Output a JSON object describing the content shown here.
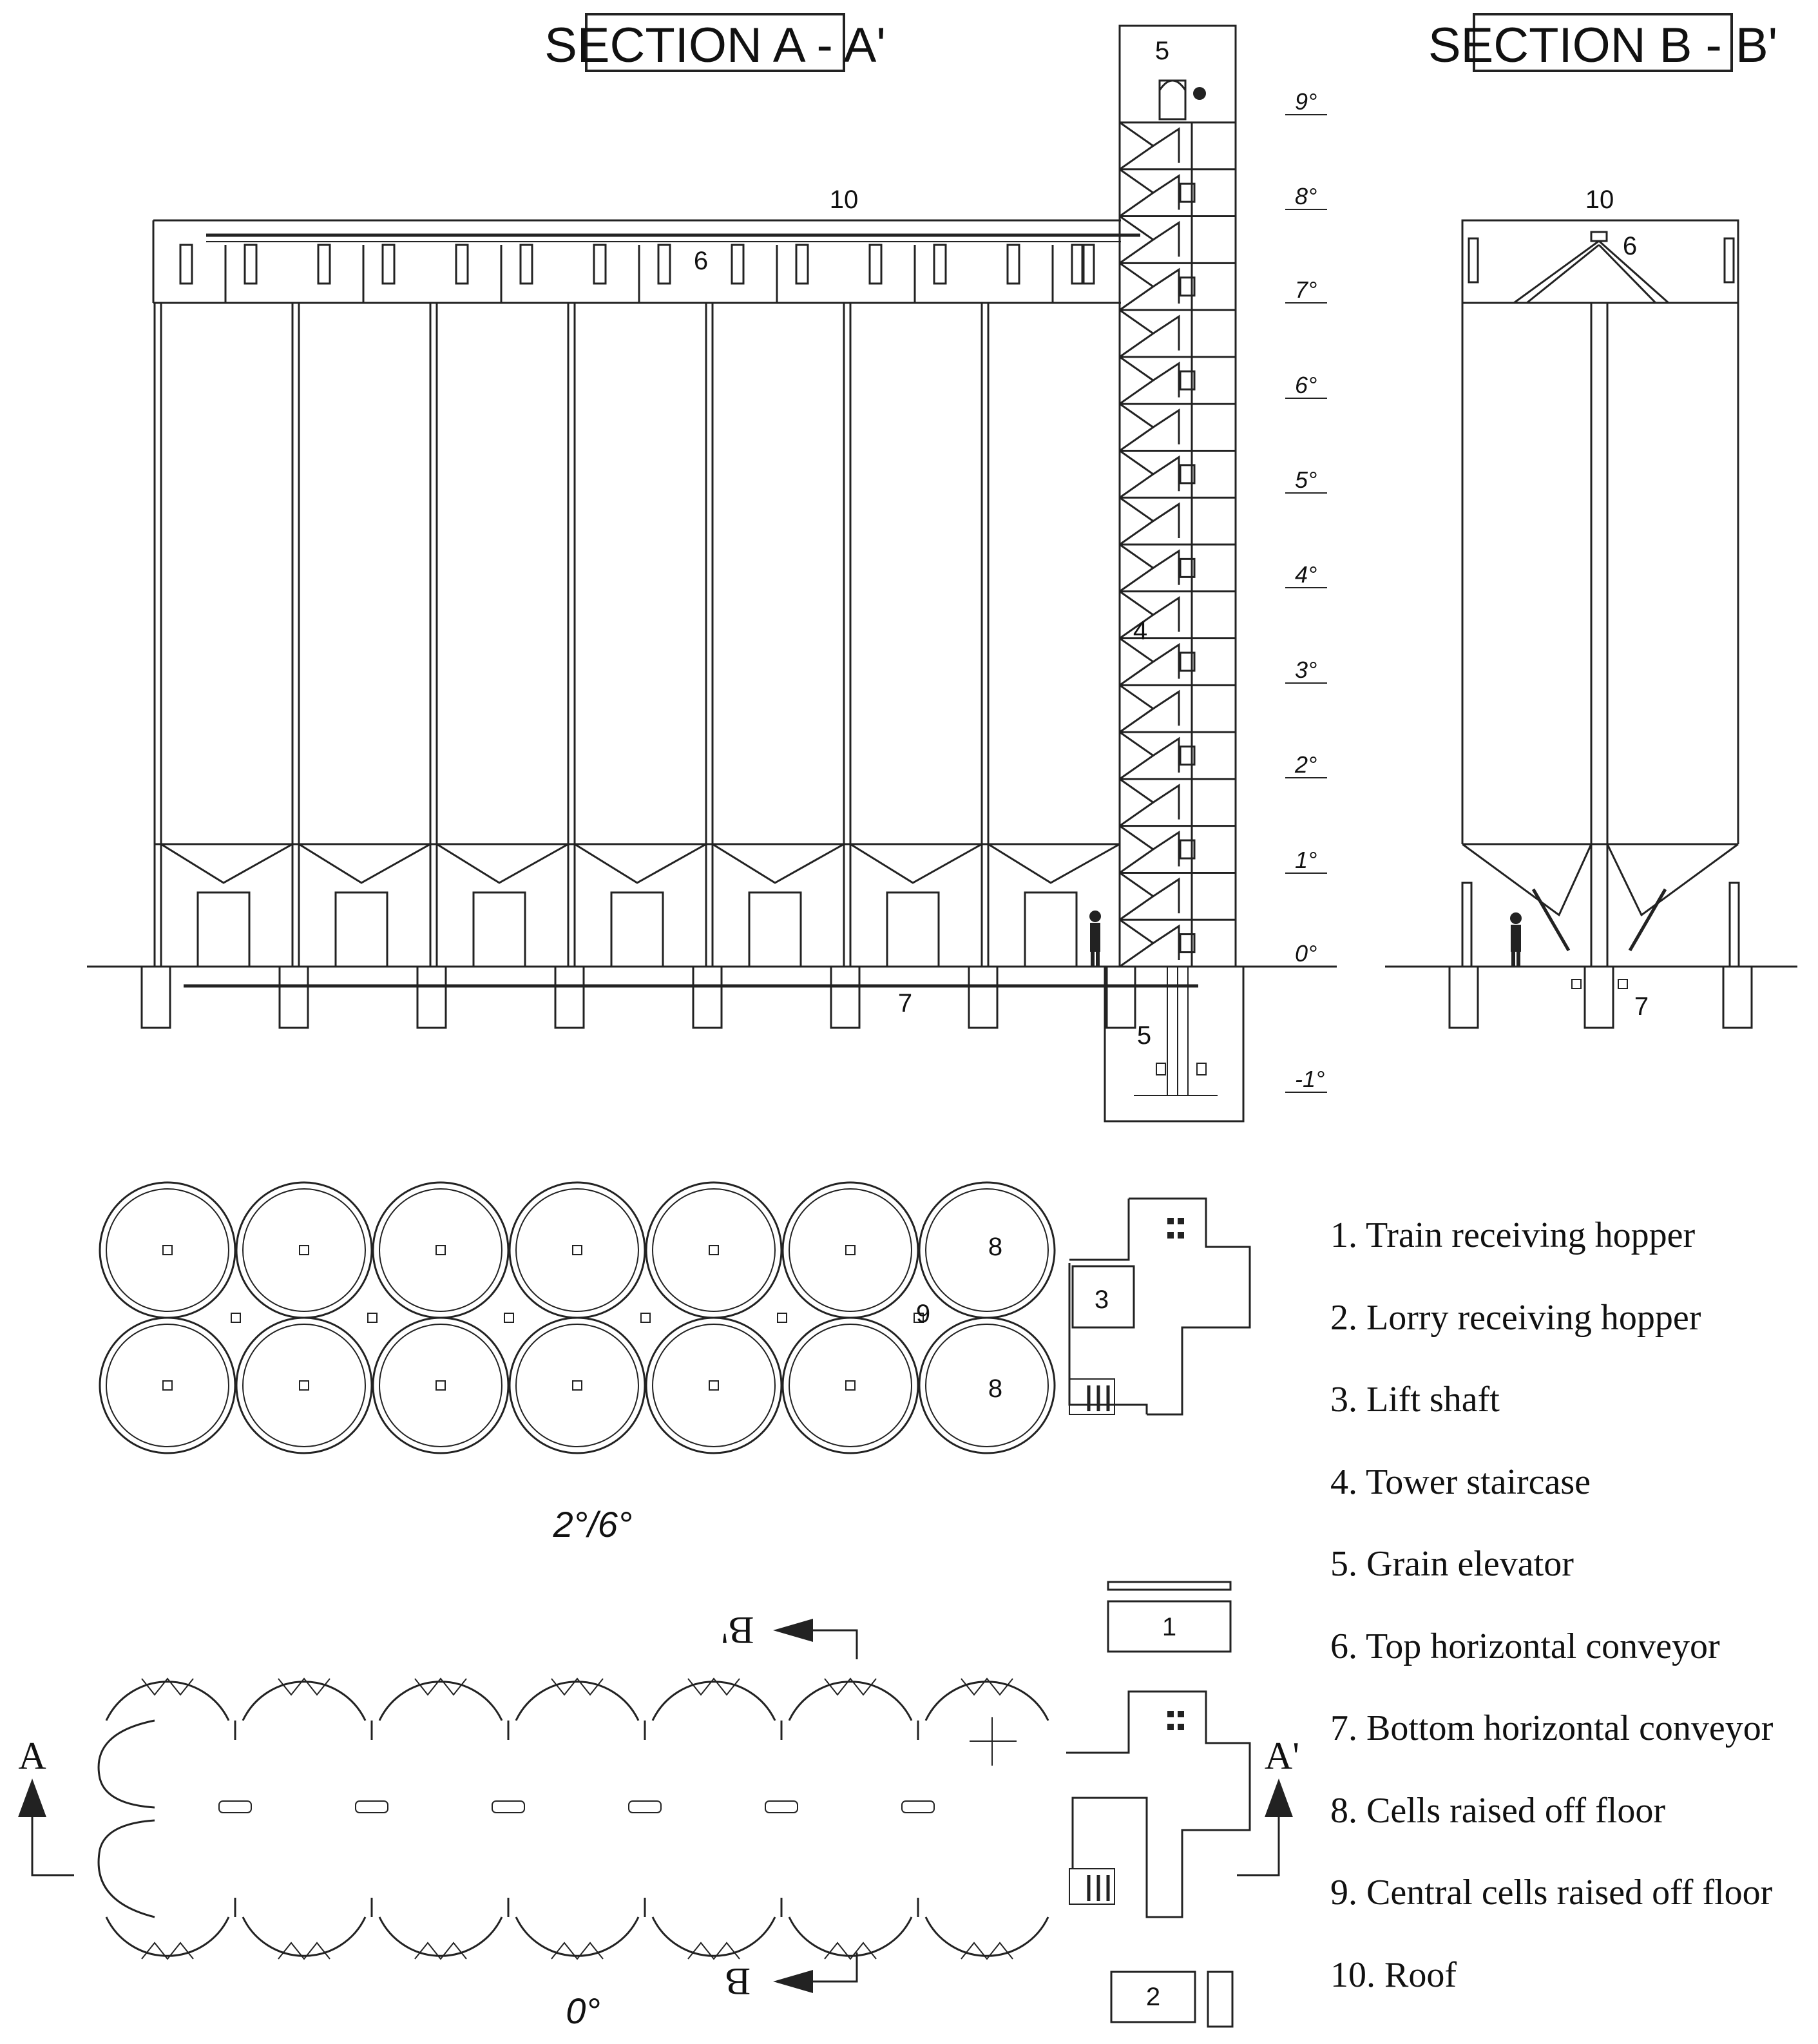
{
  "titles": {
    "section_aa": "SECTION A - A'",
    "section_bb": "SECTION B - B'"
  },
  "levels": [
    "9°",
    "8°",
    "7°",
    "6°",
    "5°",
    "4°",
    "3°",
    "2°",
    "1°",
    "0°",
    "-1°"
  ],
  "callouts": {
    "roof_a": "10",
    "roof_b": "10",
    "top_conveyor_a": "6",
    "top_conveyor_b": "6",
    "bottom_conveyor_a": "7",
    "bottom_conveyor_b": "7",
    "elevator_head": "5",
    "elevator_pit": "5",
    "staircase": "4",
    "cell_upper": "8",
    "cell_lower": "8",
    "central_cells": "9",
    "lift_upper_plan": "3",
    "train_hopper": "1",
    "lorry_hopper": "2"
  },
  "plans": {
    "upper_label": "2°/6°",
    "ground_label": "0°"
  },
  "section_marks": {
    "a_left": "A",
    "a_right": "A'",
    "b_top": "B'",
    "b_bottom": "B"
  },
  "legend": [
    "1. Train receiving hopper",
    "2. Lorry receiving hopper",
    "3. Lift shaft",
    "4. Tower staircase",
    "5. Grain elevator",
    "6. Top horizontal conveyor",
    "7. Bottom horizontal conveyor",
    "8. Cells raised off floor",
    "9. Central cells raised off floor",
    "10. Roof"
  ]
}
